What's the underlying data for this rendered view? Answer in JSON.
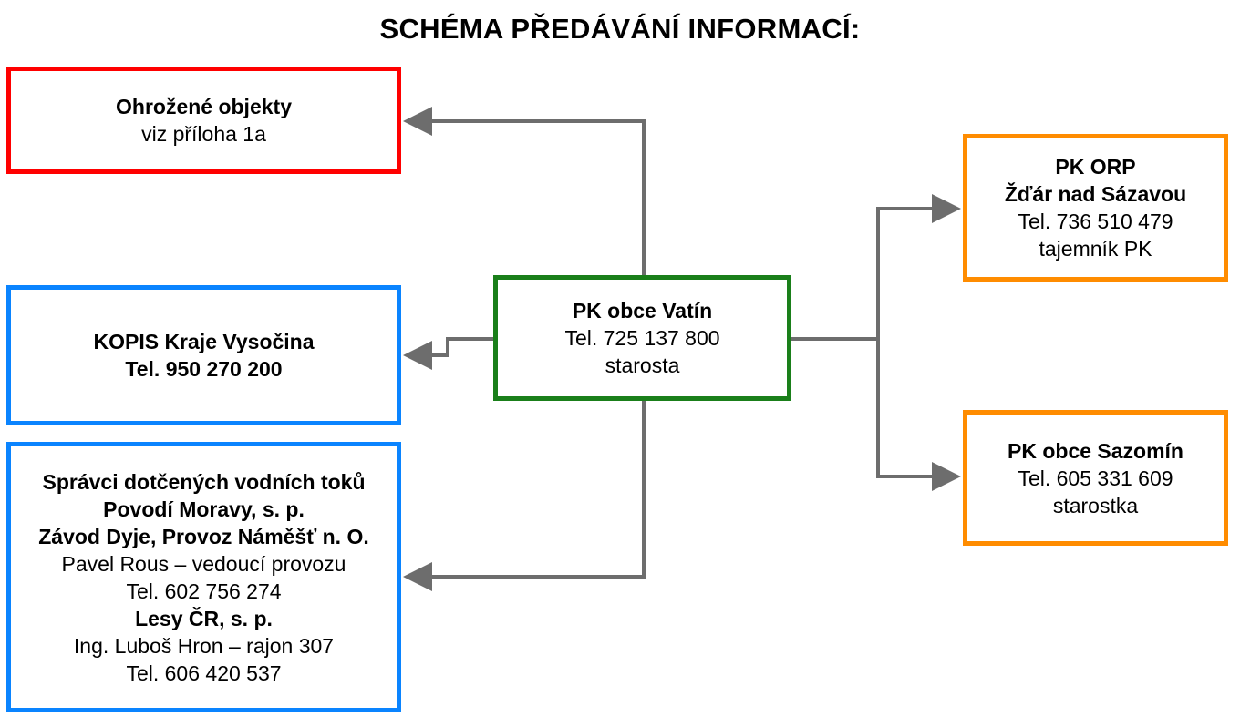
{
  "title": "SCHÉMA PŘEDÁVÁNÍ INFORMACÍ:",
  "colors": {
    "red": "#ff0000",
    "blue": "#0a84ff",
    "green": "#1a7f1a",
    "orange": "#ff8c00",
    "arrow": "#6d6d6d"
  },
  "boxes": {
    "ohrozene": {
      "lines": [
        "Ohrožené objekty",
        "viz příloha 1a"
      ]
    },
    "kopis": {
      "lines": [
        "KOPIS Kraje Vysočina",
        "Tel. 950 270 200"
      ]
    },
    "spravci": {
      "lines": [
        "Správci dotčených vodních toků",
        "Povodí Moravy, s. p.",
        "Závod Dyje, Provoz Náměšť n. O.",
        "Pavel Rous – vedoucí provozu",
        "Tel. 602 756 274",
        "Lesy ČR, s. p.",
        "Ing. Luboš Hron – rajon 307",
        "Tel. 606 420 537"
      ]
    },
    "vatin": {
      "lines": [
        "PK obce Vatín",
        "Tel. 725 137 800",
        "starosta"
      ]
    },
    "orp": {
      "lines": [
        "PK ORP",
        "Žďár nad Sázavou",
        "Tel. 736 510 479",
        "tajemník PK"
      ]
    },
    "sazomin": {
      "lines": [
        "PK obce Sazomín",
        "Tel. 605 331 609",
        "starostka"
      ]
    }
  }
}
